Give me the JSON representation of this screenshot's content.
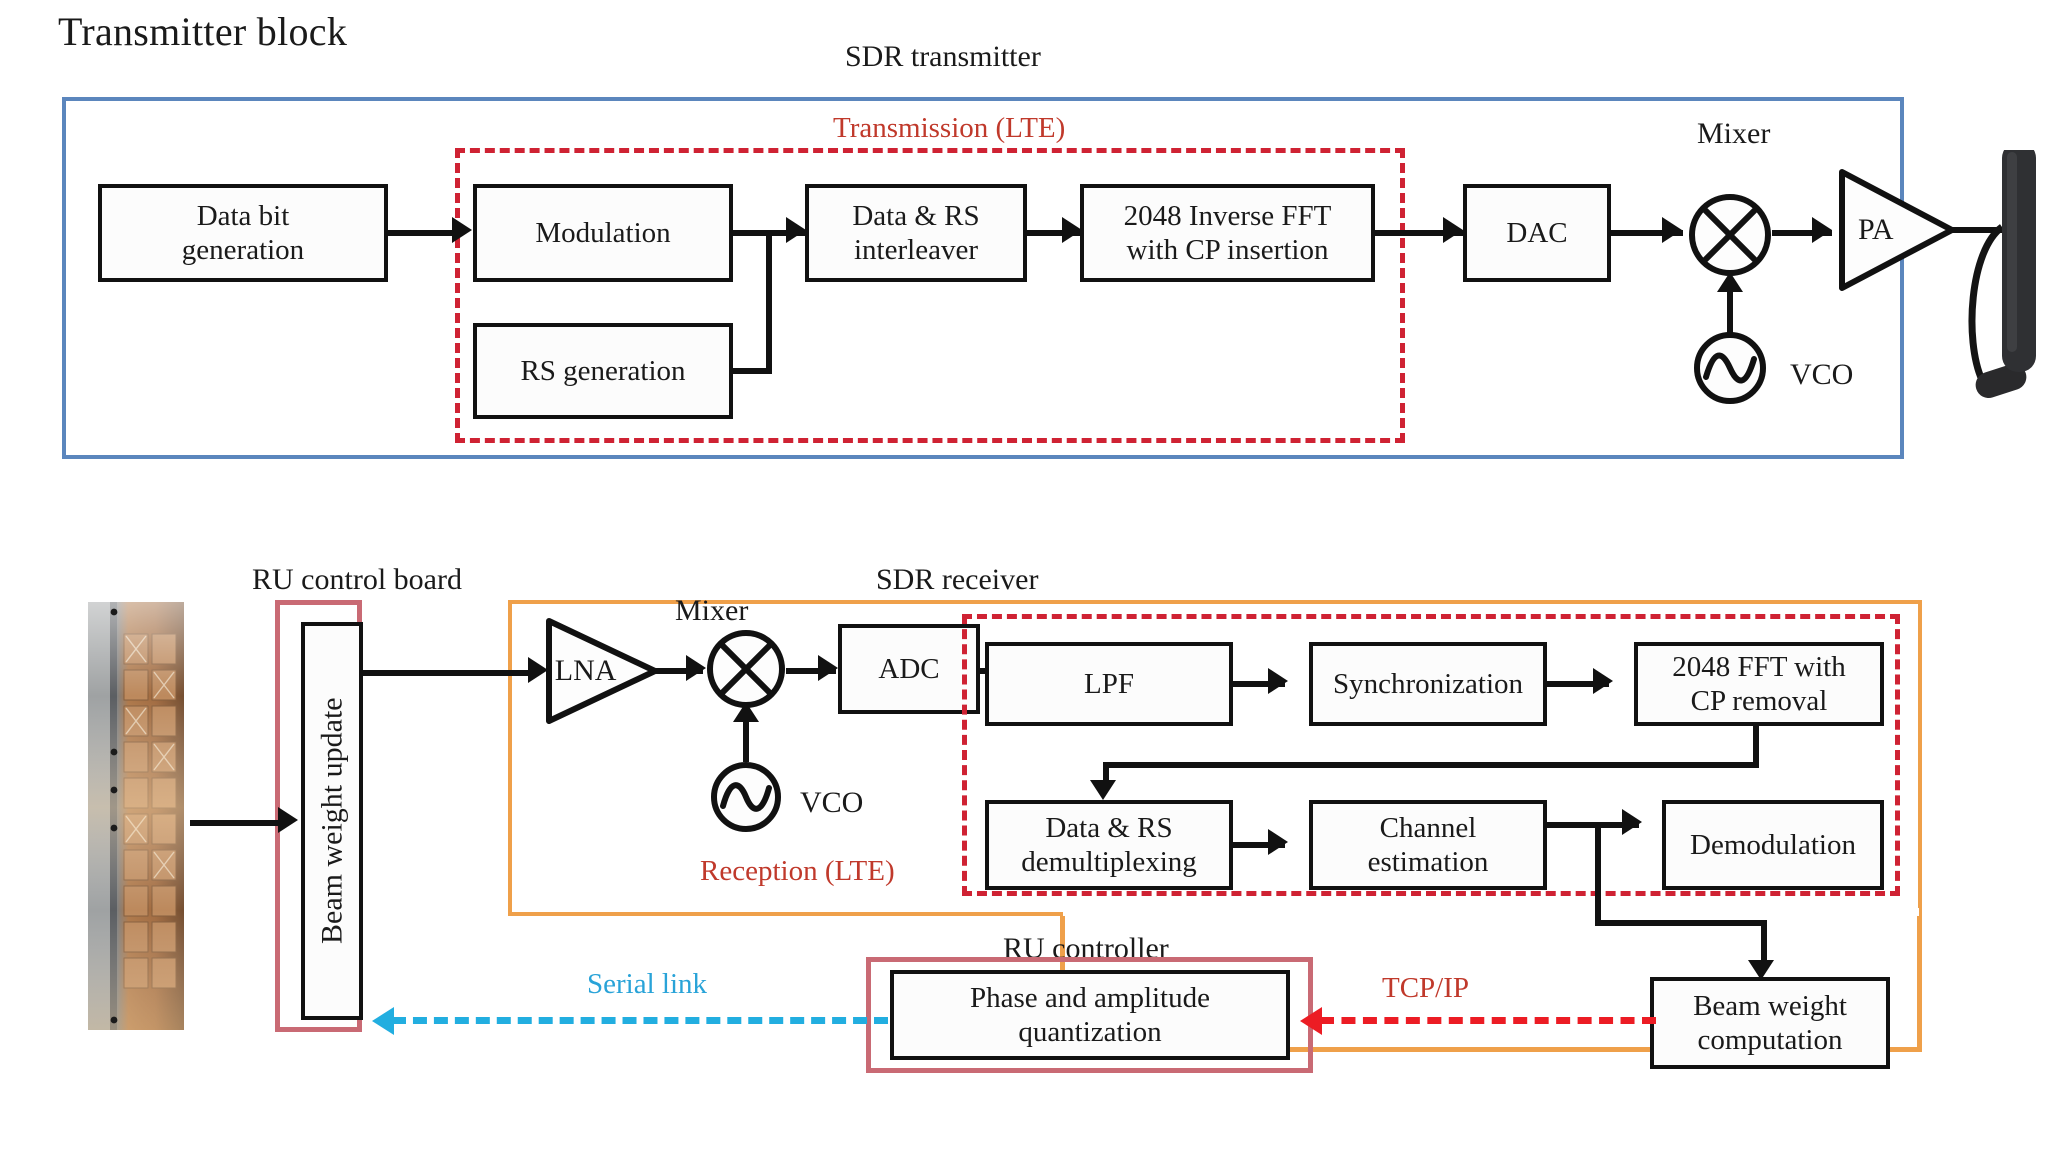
{
  "figure": {
    "title": "Transmitter block",
    "groups": {
      "sdr_transmitter": "SDR transmitter",
      "transmission_lte": "Transmission (LTE)",
      "ru_control_board": "RU control board",
      "sdr_receiver": "SDR receiver",
      "reception_lte": "Reception (LTE)",
      "ru_controller": "RU  controller"
    },
    "links": {
      "serial": "Serial link",
      "tcpip": "TCP/IP"
    },
    "colors": {
      "sdr_box": "#5b86bd",
      "receiver_box": "#efa04a",
      "ru_box": "#c96a74",
      "lte_dashed": "#cf2233",
      "tcpip": "#ec1c24",
      "serial": "#22aee0",
      "block_border": "#111111"
    }
  },
  "transmitter": {
    "blocks": [
      {
        "id": "data-bit-generation",
        "label": "Data bit\ngeneration"
      },
      {
        "id": "modulation",
        "label": "Modulation"
      },
      {
        "id": "rs-generation",
        "label": "RS generation"
      },
      {
        "id": "data-rs-interleaver",
        "label": "Data & RS\ninterleaver"
      },
      {
        "id": "inverse-fft",
        "label": "2048 Inverse FFT\nwith CP insertion"
      },
      {
        "id": "dac",
        "label": "DAC"
      }
    ],
    "symbols": {
      "mixer": "Mixer",
      "vco": "VCO",
      "pa": "PA"
    }
  },
  "receiver": {
    "blocks": [
      {
        "id": "beam-weight-update",
        "label": "Beam weight update"
      },
      {
        "id": "adc",
        "label": "ADC"
      },
      {
        "id": "lpf",
        "label": "LPF"
      },
      {
        "id": "synchronization",
        "label": "Synchronization"
      },
      {
        "id": "fft-cp-removal",
        "label": "2048  FFT with\nCP removal"
      },
      {
        "id": "data-rs-demultiplexing",
        "label": "Data & RS\ndemultiplexing"
      },
      {
        "id": "channel-estimation",
        "label": "Channel\nestimation"
      },
      {
        "id": "demodulation",
        "label": "Demodulation"
      },
      {
        "id": "beam-weight-computation",
        "label": "Beam weight\ncomputation"
      },
      {
        "id": "phase-amplitude-quant",
        "label": "Phase and amplitude\nquantization"
      }
    ],
    "symbols": {
      "lna": "LNA",
      "mixer": "Mixer",
      "vco": "VCO"
    }
  }
}
